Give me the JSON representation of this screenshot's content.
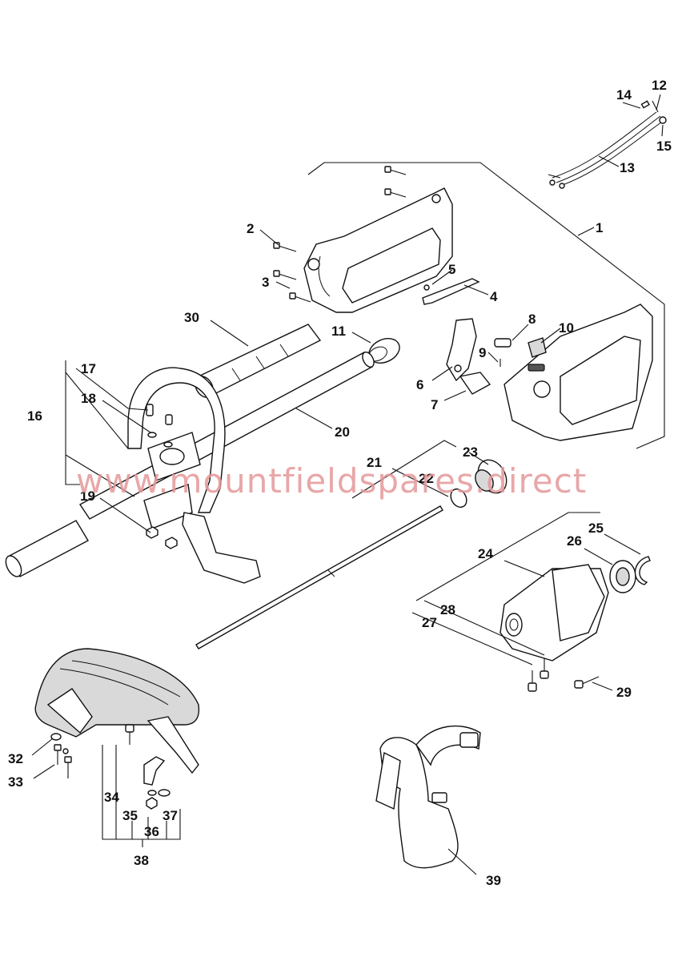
{
  "watermark": "www.mountfieldspares.direct",
  "callouts": {
    "c1": "1",
    "c2": "2",
    "c3": "3",
    "c4": "4",
    "c5": "5",
    "c6": "6",
    "c7": "7",
    "c8": "8",
    "c9": "9",
    "c10": "10",
    "c11": "11",
    "c12": "12",
    "c13": "13",
    "c14": "14",
    "c15": "15",
    "c16": "16",
    "c17": "17",
    "c18": "18",
    "c19": "19",
    "c20": "20",
    "c21": "21",
    "c22": "22",
    "c23": "23",
    "c24": "24",
    "c25": "25",
    "c26": "26",
    "c27": "27",
    "c28": "28",
    "c29": "29",
    "c30": "30",
    "c32": "32",
    "c33": "33",
    "c34": "34",
    "c35": "35",
    "c36": "36",
    "c37": "37",
    "c38": "38",
    "c39": "39"
  }
}
